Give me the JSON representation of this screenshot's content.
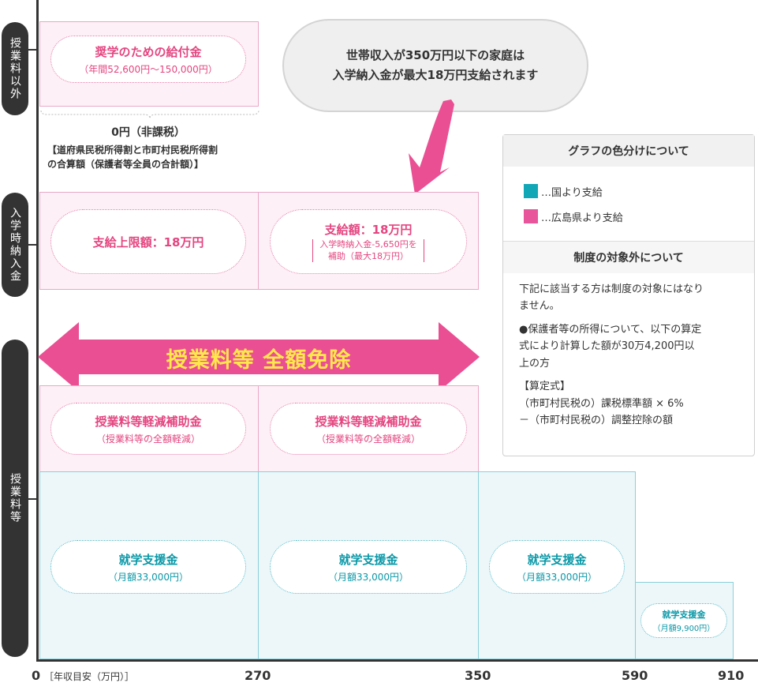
{
  "ylabels": {
    "fees_other": "授業料以外",
    "admission": "入学時納入金",
    "tuition": "授業料等"
  },
  "scholarship": {
    "title": "奨学のための給付金",
    "sub": "（年間52,600円～150,000円）",
    "zero_label": "0円（非課税）",
    "note_line1": "【道府県民税所得割と市町村民税所得割",
    "note_line2": "の合算額（保護者等全員の合計額）】"
  },
  "bubble": {
    "line1": "世帯収入が350万円以下の家庭は",
    "line2": "入学納入金が最大18万円支給されます"
  },
  "admission": {
    "left_title": "支給上限額：18万円",
    "right_title": "支給額：18万円",
    "right_note1": "入学時納入金-5,650円を",
    "right_note2": "補助（最大18万円）"
  },
  "arrow_label": "授業料等 全額免除",
  "subsidy": {
    "title": "授業料等軽減補助金",
    "sub": "（授業料等の全額軽減）"
  },
  "support": {
    "title": "就学支援金",
    "sub": "（月額33,000円）",
    "small_title": "就学支援金",
    "small_sub": "（月額9,900円）"
  },
  "xaxis": {
    "zero": "0",
    "unit": "［年収目安（万円）］",
    "ticks": [
      "270",
      "350",
      "590",
      "910"
    ]
  },
  "legend": {
    "head1": "グラフの色分けについて",
    "national": "…国より支給",
    "prefecture": "…広島県より支給",
    "head2": "制度の対象外について",
    "text1a": "下記に該当する方は制度の対象にはなり",
    "text1b": "ません。",
    "text2a": "●保護者等の所得について、以下の算定",
    "text2b": "式により計算した額が30万4,200円以",
    "text2c": "上の方",
    "text3a": "【算定式】",
    "text3b": "（市町村民税の）課税標準額 × 6%",
    "text3c": "－（市町村民税の）調整控除の額"
  },
  "colors": {
    "national": "#12a7b6",
    "prefecture": "#e8559a",
    "arrow": "#ea4f93"
  }
}
